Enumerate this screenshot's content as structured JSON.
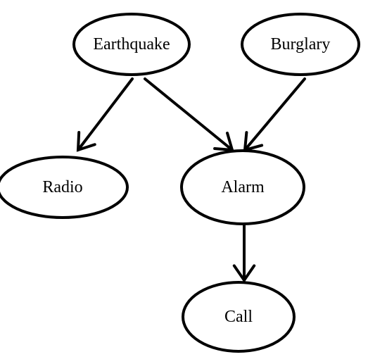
{
  "diagram": {
    "type": "directed-graph",
    "nodes": [
      {
        "id": "earthquake",
        "label": "Earthquake"
      },
      {
        "id": "burglary",
        "label": "Burglary"
      },
      {
        "id": "radio",
        "label": "Radio"
      },
      {
        "id": "alarm",
        "label": "Alarm"
      },
      {
        "id": "call",
        "label": "Call"
      }
    ],
    "edges": [
      {
        "from": "earthquake",
        "to": "radio"
      },
      {
        "from": "earthquake",
        "to": "alarm"
      },
      {
        "from": "burglary",
        "to": "alarm"
      },
      {
        "from": "alarm",
        "to": "call"
      }
    ]
  }
}
